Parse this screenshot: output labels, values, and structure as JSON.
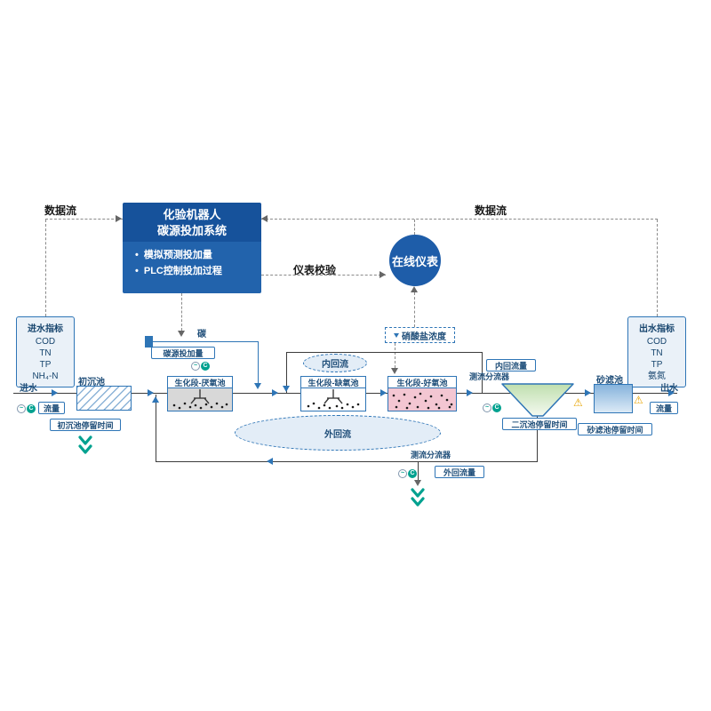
{
  "colors": {
    "deep_blue": "#1e5da9",
    "line_blue": "#2e75b6",
    "navy_text": "#1f4e79",
    "teal": "#00a18f",
    "warning_yellow": "#e8a400",
    "tank_gray": "#d8d8d8",
    "tank_pink": "#f3c6d2",
    "clarifier_green": "#bfdfae",
    "sand_blue": "#86b3dc"
  },
  "top": {
    "dataflow_left": "数据流",
    "dataflow_right": "数据流",
    "robot": {
      "title1": "化验机器人",
      "title2": "碳源投加系统",
      "bullet_char": "•",
      "bullets": [
        "模拟预测投加量",
        "PLC控制投加过程"
      ]
    },
    "calibration": "仪表校验",
    "online_meter": "在线仪表"
  },
  "panels": {
    "influent": {
      "title": "进水指标",
      "items": [
        "COD",
        "TN",
        "TP",
        "NH₄-N"
      ]
    },
    "effluent": {
      "title": "出水指标",
      "items": [
        "COD",
        "TN",
        "TP",
        "氨氮"
      ]
    }
  },
  "flow": {
    "influent": "进水",
    "effluent": "出水",
    "influent_flow": "流量",
    "effluent_flow": "流量",
    "primary_tank": "初沉池",
    "primary_retention": "初沉池停留时间",
    "carbon_dosing": "碳源投加量",
    "carbon": "碳",
    "tank_anaerobic": "生化段-厌氧池",
    "tank_anoxic": "生化段-缺氧池",
    "tank_aerobic": "生化段-好氧池",
    "nitrate": "硝酸盐浓度",
    "internal_recycle": "内回流",
    "internal_flow": "内回流量",
    "splitter_top": "测流分流器",
    "splitter_bottom": "测流分流器",
    "secondary_retention": "二沉池停留时间",
    "sand_filter": "砂滤池",
    "sand_retention": "砂滤池停留时间",
    "external_recycle": "外回流",
    "external_flow": "外回流量",
    "sensor_wave": "~",
    "sensor_c": "C",
    "warning": "⚠"
  }
}
